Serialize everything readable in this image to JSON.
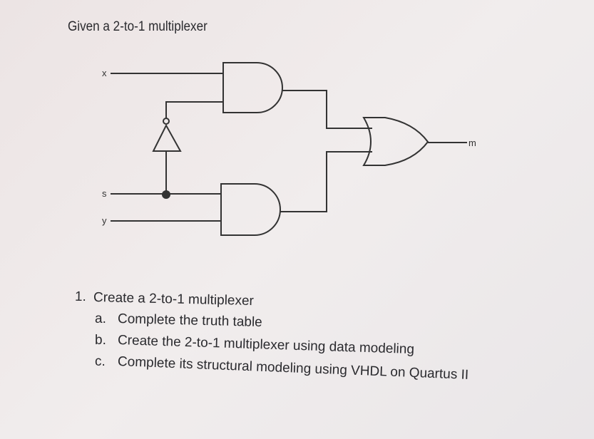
{
  "title": "Given a 2-to-1 multiplexer",
  "diagram": {
    "inputs": {
      "x": "x",
      "s": "s",
      "y": "y"
    },
    "output": "m"
  },
  "tasks": {
    "main": {
      "num": "1.",
      "text": "Create a 2-to-1 multiplexer"
    },
    "items": [
      {
        "num": "a.",
        "text": "Complete the truth table"
      },
      {
        "num": "b.",
        "text": "Create the 2-to-1 multiplexer using data modeling"
      },
      {
        "num": "c.",
        "text": "Complete its structural modeling using VHDL on Quartus II"
      }
    ]
  }
}
